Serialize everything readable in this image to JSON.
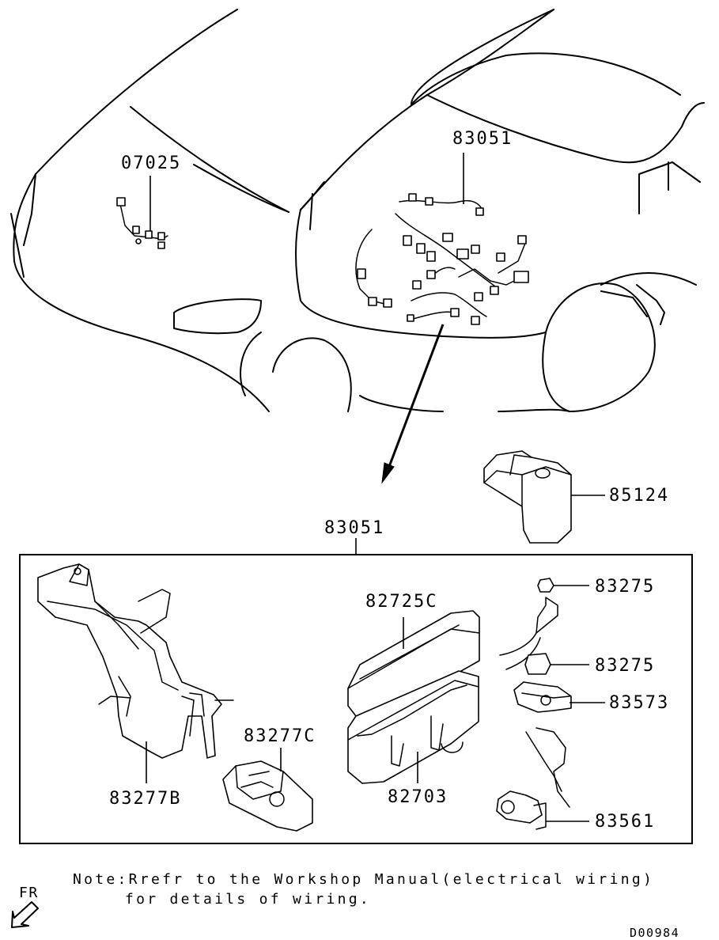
{
  "labels": {
    "p07025": "07025",
    "p83051_top": "83051",
    "p85124": "85124",
    "p83051_kit": "83051",
    "p83275_a": "83275",
    "p82725c": "82725C",
    "p83275_b": "83275",
    "p83573": "83573",
    "p83277c": "83277C",
    "p83277b": "83277B",
    "p82703": "82703",
    "p83561": "83561"
  },
  "note": {
    "line1": "Note:Rrefr to the Workshop Manual(electrical wiring)",
    "line2": "for details of wiring."
  },
  "fr_label": "FR",
  "drawing_id": "D00984"
}
